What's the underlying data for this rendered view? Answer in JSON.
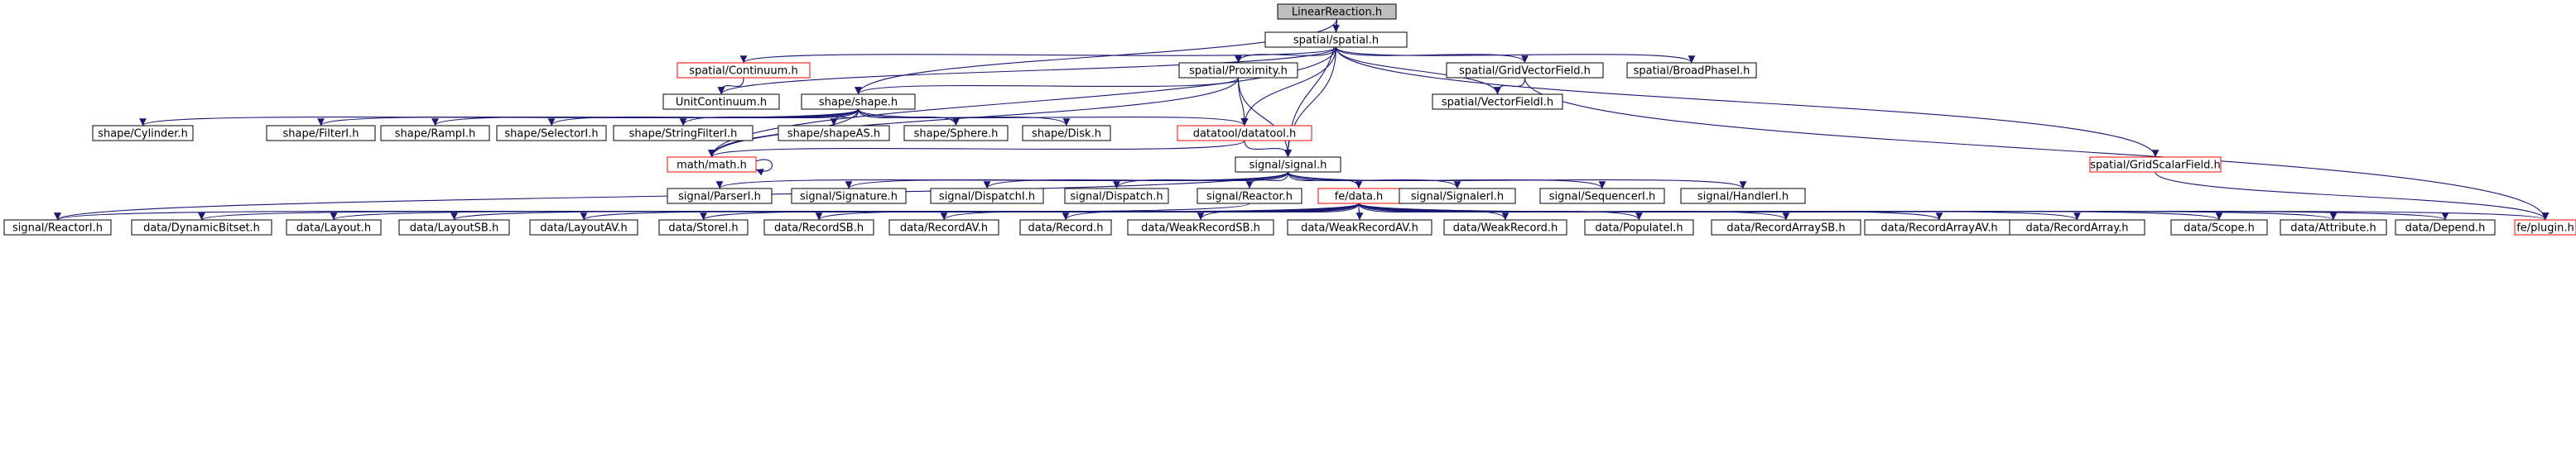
{
  "colors": {
    "edge": "#191970",
    "node_border": "#000000",
    "node_border_incomplete": "#ff0000",
    "root_fill": "#bfbfbf",
    "node_fill": "#ffffff"
  },
  "nodes": [
    {
      "id": "n0",
      "label": "LinearReaction.h",
      "root": true
    },
    {
      "id": "n1",
      "label": "spatial/spatial.h"
    },
    {
      "id": "n2",
      "label": "spatial/Continuum.h",
      "incomplete": true
    },
    {
      "id": "n3",
      "label": "spatial/Proximity.h"
    },
    {
      "id": "n4",
      "label": "spatial/GridVectorField.h"
    },
    {
      "id": "n5",
      "label": "spatial/BroadPhaseI.h"
    },
    {
      "id": "n6",
      "label": "UnitContinuum.h"
    },
    {
      "id": "n7",
      "label": "shape/shape.h"
    },
    {
      "id": "n8",
      "label": "spatial/VectorFieldI.h"
    },
    {
      "id": "n9",
      "label": "shape/Cylinder.h"
    },
    {
      "id": "n10",
      "label": "shape/FilterI.h"
    },
    {
      "id": "n11",
      "label": "shape/RampI.h"
    },
    {
      "id": "n12",
      "label": "shape/SelectorI.h"
    },
    {
      "id": "n13",
      "label": "shape/StringFilterI.h"
    },
    {
      "id": "n14",
      "label": "shape/shapeAS.h"
    },
    {
      "id": "n15",
      "label": "shape/Sphere.h"
    },
    {
      "id": "n16",
      "label": "shape/Disk.h"
    },
    {
      "id": "n17",
      "label": "datatool/datatool.h",
      "incomplete": true
    },
    {
      "id": "n18",
      "label": "math/math.h",
      "incomplete": true
    },
    {
      "id": "n19",
      "label": "signal/signal.h"
    },
    {
      "id": "n20",
      "label": "spatial/GridScalarField.h",
      "incomplete": true
    },
    {
      "id": "n21",
      "label": "signal/ParserI.h"
    },
    {
      "id": "n22",
      "label": "signal/Signature.h"
    },
    {
      "id": "n23",
      "label": "signal/DispatchI.h"
    },
    {
      "id": "n24",
      "label": "signal/Dispatch.h"
    },
    {
      "id": "n25",
      "label": "signal/Reactor.h"
    },
    {
      "id": "n26",
      "label": "fe/data.h",
      "incomplete": true
    },
    {
      "id": "n27",
      "label": "signal/SignalerI.h"
    },
    {
      "id": "n28",
      "label": "signal/SequencerI.h"
    },
    {
      "id": "n29",
      "label": "signal/HandlerI.h"
    },
    {
      "id": "n30",
      "label": "signal/ReactorI.h"
    },
    {
      "id": "n31",
      "label": "data/DynamicBitset.h"
    },
    {
      "id": "n32",
      "label": "data/Layout.h"
    },
    {
      "id": "n33",
      "label": "data/LayoutSB.h"
    },
    {
      "id": "n34",
      "label": "data/LayoutAV.h"
    },
    {
      "id": "n35",
      "label": "data/StoreI.h"
    },
    {
      "id": "n36",
      "label": "data/RecordSB.h"
    },
    {
      "id": "n37",
      "label": "data/RecordAV.h"
    },
    {
      "id": "n38",
      "label": "data/Record.h"
    },
    {
      "id": "n39",
      "label": "data/WeakRecordSB.h"
    },
    {
      "id": "n40",
      "label": "data/WeakRecordAV.h"
    },
    {
      "id": "n41",
      "label": "data/WeakRecord.h"
    },
    {
      "id": "n42",
      "label": "data/PopulateI.h"
    },
    {
      "id": "n43",
      "label": "data/RecordArraySB.h"
    },
    {
      "id": "n44",
      "label": "data/RecordArrayAV.h"
    },
    {
      "id": "n45",
      "label": "data/RecordArray.h"
    },
    {
      "id": "n46",
      "label": "data/Scope.h"
    },
    {
      "id": "n47",
      "label": "data/Attribute.h"
    },
    {
      "id": "n48",
      "label": "data/Depend.h"
    },
    {
      "id": "n49",
      "label": "fe/plugin.h",
      "incomplete": true
    }
  ],
  "edges": [
    [
      "n0",
      "n1"
    ],
    [
      "n0",
      "n7"
    ],
    [
      "n0",
      "n19"
    ],
    [
      "n1",
      "n2"
    ],
    [
      "n1",
      "n3"
    ],
    [
      "n1",
      "n4"
    ],
    [
      "n1",
      "n5"
    ],
    [
      "n1",
      "n6"
    ],
    [
      "n1",
      "n8"
    ],
    [
      "n1",
      "n17"
    ],
    [
      "n1",
      "n18"
    ],
    [
      "n1",
      "n19"
    ],
    [
      "n1",
      "n20"
    ],
    [
      "n2",
      "n6"
    ],
    [
      "n3",
      "n7"
    ],
    [
      "n3",
      "n17"
    ],
    [
      "n3",
      "n18"
    ],
    [
      "n3",
      "n19"
    ],
    [
      "n4",
      "n8"
    ],
    [
      "n4",
      "n49"
    ],
    [
      "n7",
      "n9"
    ],
    [
      "n7",
      "n10"
    ],
    [
      "n7",
      "n11"
    ],
    [
      "n7",
      "n12"
    ],
    [
      "n7",
      "n13"
    ],
    [
      "n7",
      "n14"
    ],
    [
      "n7",
      "n15"
    ],
    [
      "n7",
      "n16"
    ],
    [
      "n7",
      "n17"
    ],
    [
      "n7",
      "n18"
    ],
    [
      "n17",
      "n18"
    ],
    [
      "n17",
      "n19"
    ],
    [
      "n18",
      "n18"
    ],
    [
      "n19",
      "n21"
    ],
    [
      "n19",
      "n22"
    ],
    [
      "n19",
      "n23"
    ],
    [
      "n19",
      "n24"
    ],
    [
      "n19",
      "n25"
    ],
    [
      "n19",
      "n26"
    ],
    [
      "n19",
      "n27"
    ],
    [
      "n19",
      "n28"
    ],
    [
      "n19",
      "n29"
    ],
    [
      "n19",
      "n30"
    ],
    [
      "n25",
      "n30"
    ],
    [
      "n26",
      "n31"
    ],
    [
      "n26",
      "n32"
    ],
    [
      "n26",
      "n33"
    ],
    [
      "n26",
      "n34"
    ],
    [
      "n26",
      "n35"
    ],
    [
      "n26",
      "n36"
    ],
    [
      "n26",
      "n37"
    ],
    [
      "n26",
      "n38"
    ],
    [
      "n26",
      "n39"
    ],
    [
      "n26",
      "n40"
    ],
    [
      "n26",
      "n41"
    ],
    [
      "n26",
      "n42"
    ],
    [
      "n26",
      "n43"
    ],
    [
      "n26",
      "n44"
    ],
    [
      "n26",
      "n45"
    ],
    [
      "n26",
      "n46"
    ],
    [
      "n26",
      "n47"
    ],
    [
      "n26",
      "n48"
    ],
    [
      "n26",
      "n49"
    ],
    [
      "n20",
      "n49"
    ]
  ]
}
